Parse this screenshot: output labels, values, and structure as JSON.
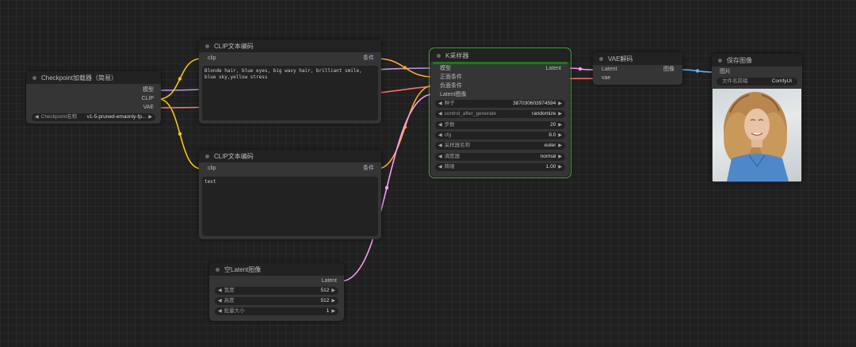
{
  "colors": {
    "model": "#b39ddb",
    "clip": "#f5c518",
    "vae": "#ff6e6e",
    "conditioning": "#ffa931",
    "latent": "#ff9cf9",
    "image": "#64b5f6",
    "selected_outline": "#3fa83f"
  },
  "checkpoint": {
    "title": "Checkpoint加载器（简易）",
    "out_model": "模型",
    "out_clip": "CLIP",
    "out_vae": "VAE",
    "ckpt_label": "Checkpoint名称",
    "ckpt_value": "v1-5-pruned-emaonly-fp..."
  },
  "clip_pos": {
    "title": "CLIP文本编码",
    "in_clip": "clip",
    "out_cond": "条件",
    "text": "Blonde hair, blue eyes, big wavy hair, brilliant smile, blue sky,yellow stress"
  },
  "clip_neg": {
    "title": "CLIP文本编码",
    "in_clip": "clip",
    "out_cond": "条件",
    "text": "text"
  },
  "empty_latent": {
    "title": "空Latent图像",
    "out_latent": "Latent",
    "width_label": "宽度",
    "width_value": "512",
    "height_label": "高度",
    "height_value": "512",
    "batch_label": "批量大小",
    "batch_value": "1"
  },
  "ksampler": {
    "title": "K采样器",
    "progress": 1.0,
    "in_model": "模型",
    "in_positive": "正面条件",
    "in_negative": "负面条件",
    "in_latent": "Latent图像",
    "out_latent": "Latent",
    "widgets": [
      {
        "label": "种子",
        "value": "387030603974594"
      },
      {
        "label": "control_after_generate",
        "value": "randomize"
      },
      {
        "label": "步数",
        "value": "20"
      },
      {
        "label": "cfg",
        "value": "8.0"
      },
      {
        "label": "采样器名称",
        "value": "euler"
      },
      {
        "label": "调度器",
        "value": "normal"
      },
      {
        "label": "降噪",
        "value": "1.00"
      }
    ]
  },
  "vae_decode": {
    "title": "VAE解码",
    "in_latent": "Latent",
    "in_vae": "vae",
    "out_image": "图像"
  },
  "save_image": {
    "title": "保存图像",
    "in_image": "图片",
    "prefix_label": "文件名前缀",
    "prefix_value": "ComfyUI"
  }
}
